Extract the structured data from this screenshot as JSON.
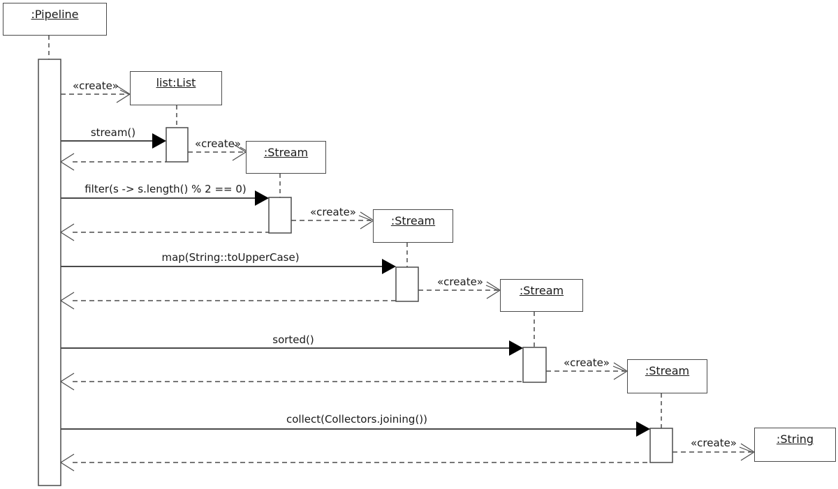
{
  "diagram_type": "uml-sequence-diagram",
  "colors": {
    "background": "#ffffff",
    "stroke": "#4a4a4a",
    "text": "#1a1a1a",
    "box_fill": "#ffffff"
  },
  "lifelines": [
    {
      "label": ":Pipeline"
    },
    {
      "label": "list:List"
    },
    {
      "label": ":Stream"
    },
    {
      "label": ":Stream"
    },
    {
      "label": ":Stream"
    },
    {
      "label": ":Stream"
    },
    {
      "label": ":String"
    }
  ],
  "messages": [
    {
      "kind": "create",
      "label": "«create»",
      "from": ":Pipeline",
      "to": "list:List"
    },
    {
      "kind": "call",
      "label": "stream()",
      "from": ":Pipeline",
      "to": "list:List"
    },
    {
      "kind": "create",
      "label": "«create»",
      "from": "list:List",
      "to": ":Stream"
    },
    {
      "kind": "return",
      "label": "",
      "from": "list:List",
      "to": ":Pipeline"
    },
    {
      "kind": "call",
      "label": "filter(s -> s.length() % 2 == 0)",
      "from": ":Pipeline",
      "to": ":Stream"
    },
    {
      "kind": "create",
      "label": "«create»",
      "from": ":Stream",
      "to": ":Stream"
    },
    {
      "kind": "return",
      "label": "",
      "from": ":Stream",
      "to": ":Pipeline"
    },
    {
      "kind": "call",
      "label": "map(String::toUpperCase)",
      "from": ":Pipeline",
      "to": ":Stream"
    },
    {
      "kind": "create",
      "label": "«create»",
      "from": ":Stream",
      "to": ":Stream"
    },
    {
      "kind": "return",
      "label": "",
      "from": ":Stream",
      "to": ":Pipeline"
    },
    {
      "kind": "call",
      "label": "sorted()",
      "from": ":Pipeline",
      "to": ":Stream"
    },
    {
      "kind": "create",
      "label": "«create»",
      "from": ":Stream",
      "to": ":Stream"
    },
    {
      "kind": "return",
      "label": "",
      "from": ":Stream",
      "to": ":Pipeline"
    },
    {
      "kind": "call",
      "label": "collect(Collectors.joining())",
      "from": ":Pipeline",
      "to": ":Stream"
    },
    {
      "kind": "create",
      "label": "«create»",
      "from": ":Stream",
      "to": ":String"
    },
    {
      "kind": "return",
      "label": "",
      "from": ":Stream",
      "to": ":Pipeline"
    }
  ]
}
